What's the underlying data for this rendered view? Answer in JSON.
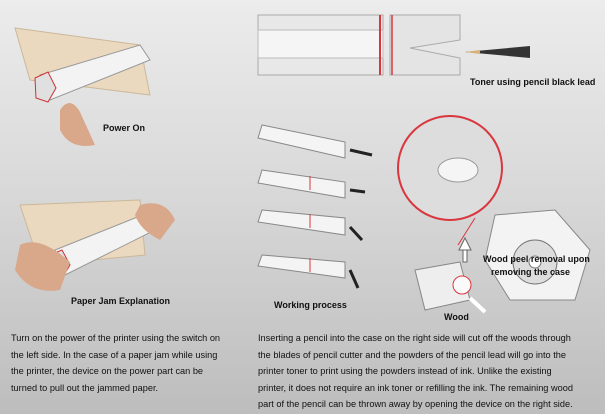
{
  "labels": {
    "power_on": "Power On",
    "paper_jam": "Paper Jam Explanation",
    "working_process": "Working process",
    "toner": "Toner using pencil black lead",
    "wood_peel_line1": "Wood peel removal upon",
    "wood_peel_line2": "removing the case",
    "wood": "Wood"
  },
  "paragraphs": {
    "left": [
      "Turn on the power of the printer using the switch on",
      "the left side.  In the case of a paper jam while using",
      "the printer, the device on the power part can be",
      "turned to pull out the jammed paper."
    ],
    "right": [
      "Inserting a pencil into the case on the right side will cut off the woods through",
      "the blades of pencil cutter and the powders of the pencil lead will go into the",
      "printer toner to print using the powders instead of ink.  Unlike the existing",
      "printer, it does not require an ink toner or refilling the ink.  The remaining wood",
      "part of the pencil can be thrown away by opening the device on the right side."
    ]
  },
  "colors": {
    "accent_red": "#d9363e",
    "device_white": "#f4f4f4",
    "paper": "#ead9bf"
  }
}
